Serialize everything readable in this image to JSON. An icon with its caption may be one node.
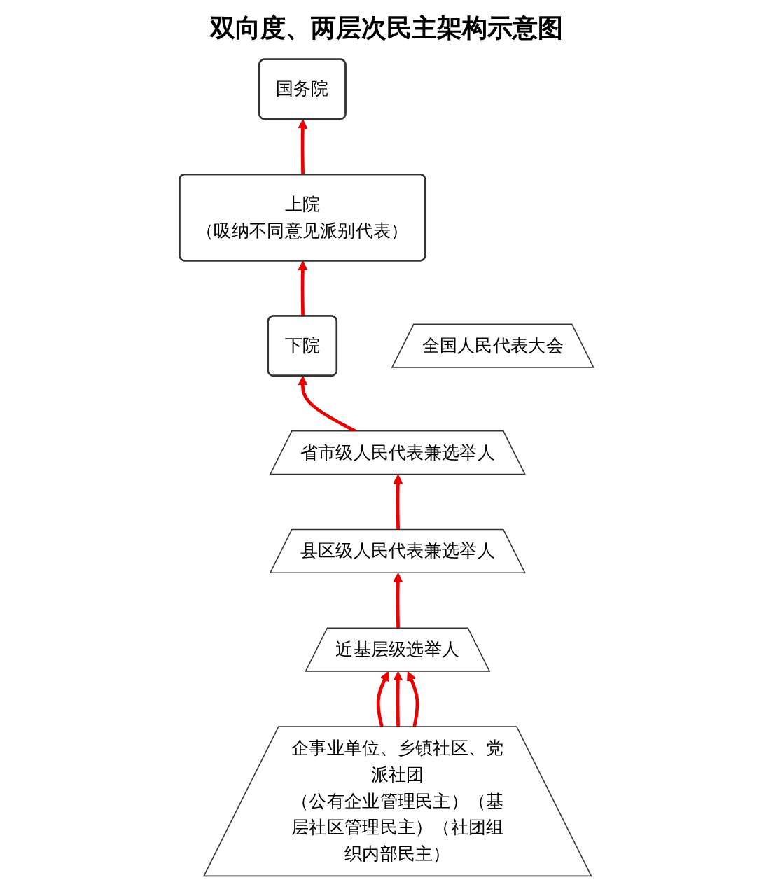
{
  "diagram": {
    "title": "双向度、两层次民主架构示意图",
    "nodes": [
      {
        "text": [
          "国务院"
        ]
      },
      {
        "text": [
          "上院",
          "（吸纳不同意见派别代表）"
        ]
      },
      {
        "text": [
          "下院"
        ]
      },
      {
        "text": [
          "全国人民代表大会"
        ]
      },
      {
        "text": [
          "省市级人民代表兼选举人"
        ]
      },
      {
        "text": [
          "县区级人民代表兼选举人"
        ]
      },
      {
        "text": [
          "近基层级选举人"
        ]
      },
      {
        "text": [
          "企事业单位、乡镇社区、党派社团",
          "（公有企业管理民主）（基层社区管理民主）（社团组织内部民主）"
        ]
      }
    ],
    "edges": [
      {
        "from": 1,
        "to": 0,
        "arrow": "to"
      },
      {
        "from": 2,
        "to": 1,
        "arrow": "to"
      },
      {
        "from": 4,
        "to": 2,
        "arrow": "to"
      },
      {
        "from": 5,
        "to": 4,
        "arrow": "to"
      },
      {
        "from": 6,
        "to": 5,
        "arrow": "to"
      },
      {
        "from": 7,
        "to": 6,
        "arrow": "to"
      },
      {
        "from": 7,
        "to": 6,
        "arrow": "to"
      },
      {
        "from": 7,
        "to": 6,
        "arrow": "to"
      }
    ]
  }
}
